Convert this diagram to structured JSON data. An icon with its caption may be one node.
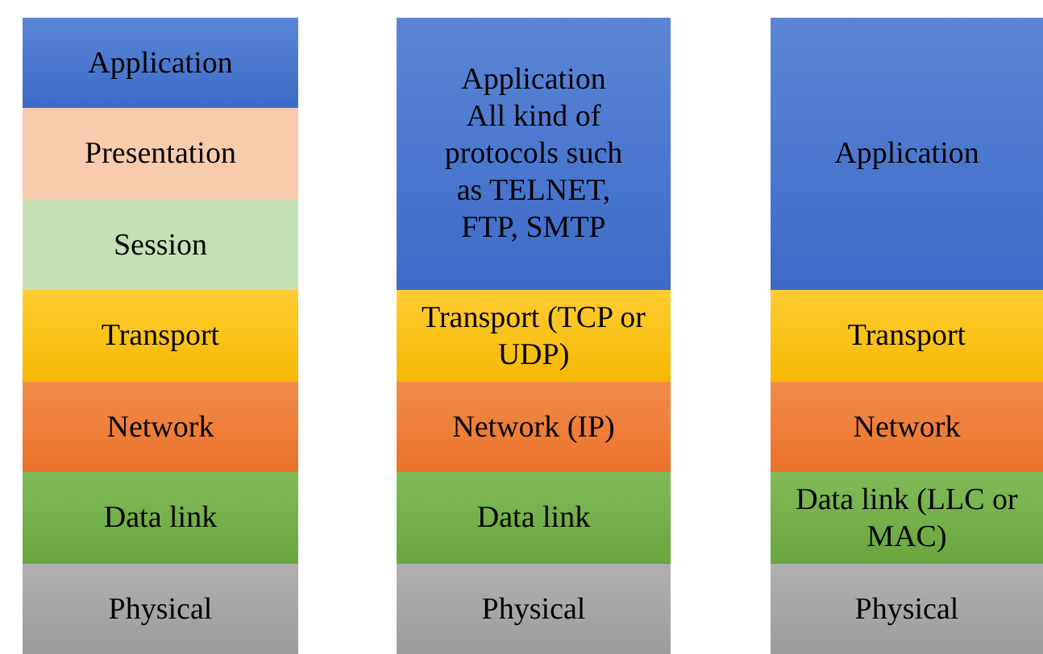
{
  "diagram": {
    "nodes": [
      {
        "text": [
          "Application"
        ]
      },
      {
        "text": [
          "Presentation"
        ]
      },
      {
        "text": [
          "Session"
        ]
      },
      {
        "text": [
          "Transport"
        ]
      },
      {
        "text": [
          "Network"
        ]
      },
      {
        "text": [
          "Data link"
        ]
      },
      {
        "text": [
          "Physical"
        ]
      },
      {
        "text": [
          "Application",
          "All kind of protocols such as TELNET, FTP, SMTP"
        ]
      },
      {
        "text": [
          "Transport (TCP or UDP)"
        ]
      },
      {
        "text": [
          "Network (IP)"
        ]
      },
      {
        "text": [
          "Data link"
        ]
      },
      {
        "text": [
          "Physical"
        ]
      },
      {
        "text": [
          "Application"
        ]
      },
      {
        "text": [
          "Transport"
        ]
      },
      {
        "text": [
          "Network"
        ]
      },
      {
        "text": [
          "Data link (LLC or MAC)"
        ]
      },
      {
        "text": [
          "Physical"
        ]
      }
    ]
  }
}
